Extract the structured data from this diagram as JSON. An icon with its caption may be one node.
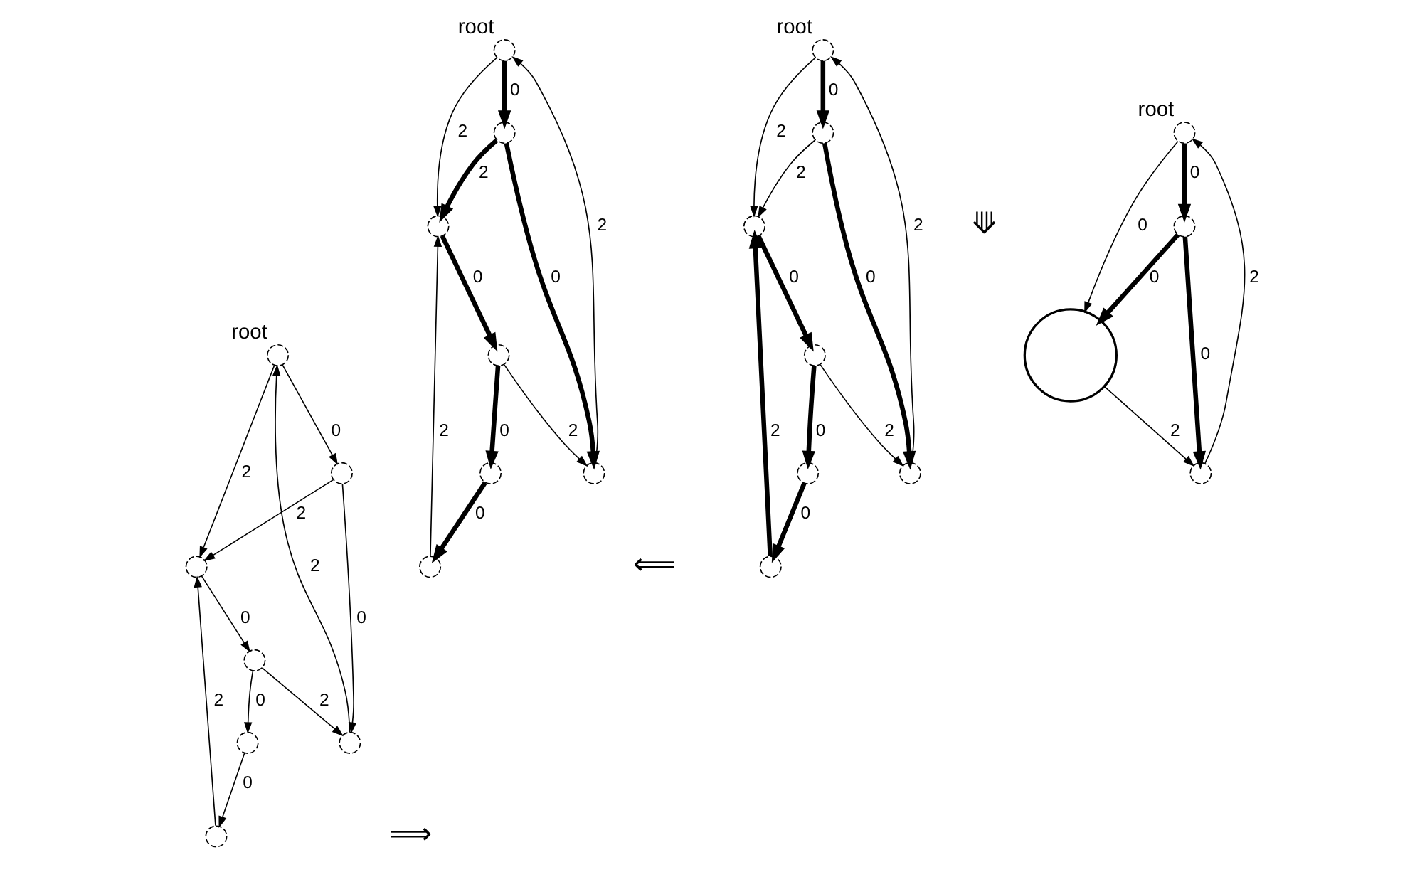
{
  "diagram": {
    "nodes": [
      {
        "text": [],
        "shape": "circle",
        "beside": [
          "root"
        ]
      },
      {
        "text": [],
        "shape": "circle"
      },
      {
        "text": [],
        "shape": "circle"
      },
      {
        "text": [],
        "shape": "circle"
      },
      {
        "text": [],
        "shape": "circle"
      },
      {
        "text": [],
        "shape": "circle"
      },
      {
        "text": [],
        "shape": "circle"
      },
      {
        "text": [],
        "shape": "circle",
        "beside": [
          "root"
        ]
      },
      {
        "text": [],
        "shape": "circle"
      },
      {
        "text": [],
        "shape": "circle"
      },
      {
        "text": [],
        "shape": "circle"
      },
      {
        "text": [],
        "shape": "circle"
      },
      {
        "text": [],
        "shape": "circle"
      },
      {
        "text": [],
        "shape": "circle"
      },
      {
        "text": [],
        "shape": "circle",
        "beside": [
          "root"
        ]
      },
      {
        "text": [],
        "shape": "circle"
      },
      {
        "text": [],
        "shape": "circle"
      },
      {
        "text": [],
        "shape": "circle"
      },
      {
        "text": [],
        "shape": "circle"
      },
      {
        "text": [],
        "shape": "circle"
      },
      {
        "text": [],
        "shape": "circle"
      },
      {
        "text": [],
        "shape": "circle",
        "beside": [
          "root"
        ]
      },
      {
        "text": [],
        "shape": "circle"
      },
      {
        "text": [],
        "shape": "circle"
      },
      {
        "text": [],
        "shape": "circle"
      }
    ],
    "edges": [
      {
        "from": 3,
        "to": 0,
        "arrow": "to",
        "label": "2"
      },
      {
        "from": 2,
        "to": 1,
        "arrow": "to",
        "label": "0"
      },
      {
        "from": 1,
        "to": 4,
        "arrow": "to",
        "label": "2"
      },
      {
        "from": 5,
        "to": 2,
        "arrow": "to",
        "label": "0"
      },
      {
        "from": 5,
        "to": 3,
        "arrow": "to",
        "label": "2"
      },
      {
        "from": 6,
        "to": 3,
        "arrow": "to",
        "label": "0"
      },
      {
        "from": 0,
        "to": 4,
        "arrow": "to",
        "label": "2"
      },
      {
        "from": 4,
        "to": 5,
        "arrow": "to",
        "label": "0"
      },
      {
        "from": 6,
        "to": 4,
        "arrow": "to",
        "label": "2"
      },
      {
        "from": 0,
        "to": 6,
        "arrow": "to",
        "label": "0"
      },
      {
        "from": 10,
        "to": 7,
        "arrow": "to",
        "label": "2"
      },
      {
        "from": 9,
        "to": 8,
        "arrow": "to",
        "label": "0",
        "style": "thick"
      },
      {
        "from": 8,
        "to": 11,
        "arrow": "to",
        "label": "2",
        "style": "thick"
      },
      {
        "from": 12,
        "to": 9,
        "arrow": "to",
        "label": "0",
        "style": "thick"
      },
      {
        "from": 12,
        "to": 10,
        "arrow": "to",
        "label": "2"
      },
      {
        "from": 13,
        "to": 10,
        "arrow": "to",
        "label": "0",
        "style": "thick"
      },
      {
        "from": 7,
        "to": 11,
        "arrow": "to",
        "label": "2"
      },
      {
        "from": 11,
        "to": 12,
        "arrow": "to",
        "label": "0",
        "style": "thick"
      },
      {
        "from": 13,
        "to": 11,
        "arrow": "to",
        "label": "2"
      },
      {
        "from": 7,
        "to": 13,
        "arrow": "to",
        "label": "0",
        "style": "thick"
      },
      {
        "from": 17,
        "to": 14,
        "arrow": "to",
        "label": "2"
      },
      {
        "from": 16,
        "to": 15,
        "arrow": "to",
        "label": "0",
        "style": "thick"
      },
      {
        "from": 15,
        "to": 18,
        "arrow": "to",
        "label": "2"
      },
      {
        "from": 19,
        "to": 16,
        "arrow": "to",
        "label": "0",
        "style": "thick"
      },
      {
        "from": 19,
        "to": 17,
        "arrow": "to",
        "label": "2"
      },
      {
        "from": 20,
        "to": 17,
        "arrow": "to",
        "label": "0",
        "style": "thick"
      },
      {
        "from": 14,
        "to": 18,
        "arrow": "to",
        "label": "2"
      },
      {
        "from": 18,
        "to": 19,
        "arrow": "to",
        "label": "0",
        "style": "thick"
      },
      {
        "from": 20,
        "to": 18,
        "arrow": "to",
        "label": "2",
        "style": "thick"
      },
      {
        "from": 14,
        "to": 20,
        "arrow": "to",
        "label": "0",
        "style": "thick"
      },
      {
        "from": 23,
        "to": 21,
        "arrow": "to",
        "label": "2"
      },
      {
        "from": 21,
        "to": 22,
        "arrow": "to",
        "label": "0"
      },
      {
        "from": 22,
        "to": 23,
        "arrow": "to",
        "label": "2"
      },
      {
        "from": 24,
        "to": 22,
        "arrow": "to",
        "label": "0",
        "style": "thick"
      },
      {
        "from": 24,
        "to": 23,
        "arrow": "to",
        "label": "0",
        "style": "thick"
      },
      {
        "from": 21,
        "to": 24,
        "arrow": "to",
        "label": "0",
        "style": "thick"
      }
    ],
    "labels": [
      "⟹",
      "⟱",
      "⟸"
    ]
  }
}
